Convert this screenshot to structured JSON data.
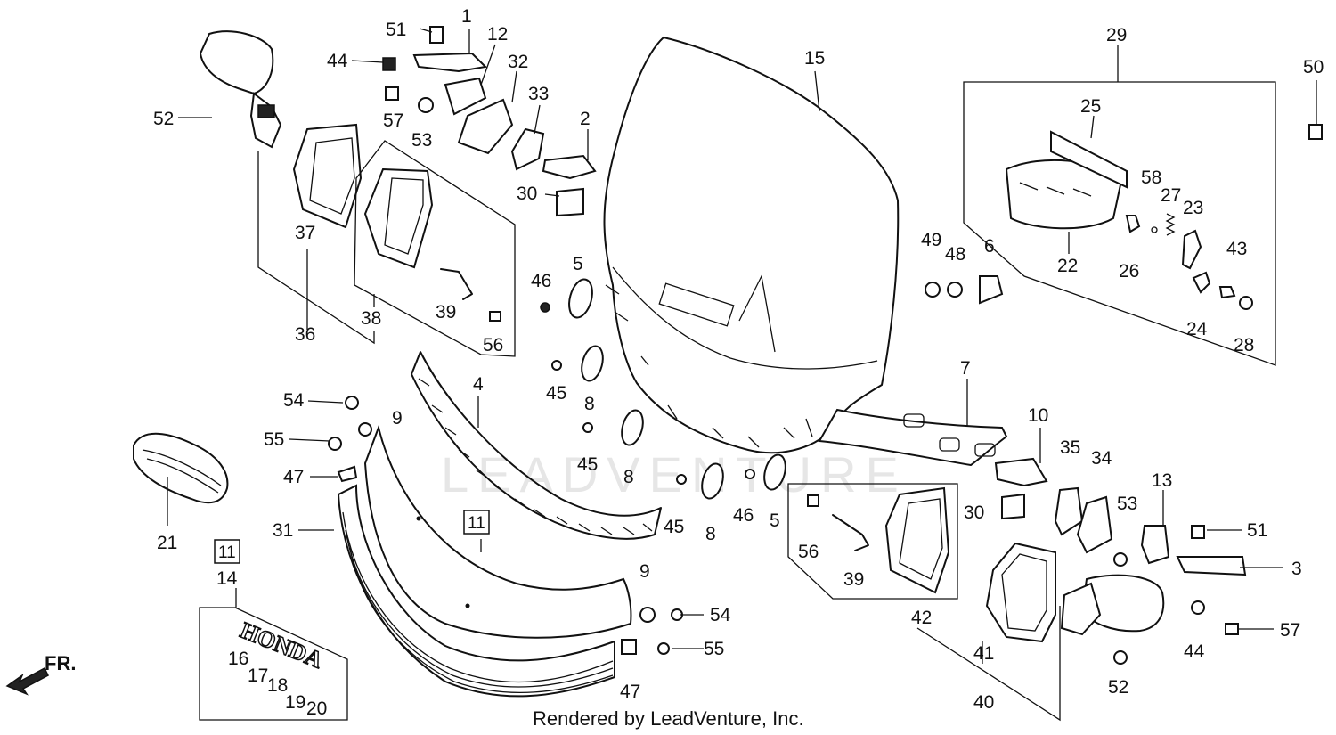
{
  "watermark": "LEADVENTURE",
  "footer": "Rendered by LeadVenture, Inc.",
  "direction_marker": "FR.",
  "emblem_text": "HONDA",
  "callouts": [
    "1",
    "2",
    "3",
    "4",
    "5",
    "5",
    "6",
    "7",
    "8",
    "8",
    "8",
    "9",
    "9",
    "10",
    "12",
    "13",
    "14",
    "15",
    "16",
    "17",
    "18",
    "19",
    "20",
    "21",
    "22",
    "23",
    "24",
    "25",
    "26",
    "27",
    "28",
    "29",
    "30",
    "30",
    "31",
    "32",
    "33",
    "34",
    "35",
    "36",
    "37",
    "38",
    "39",
    "39",
    "40",
    "41",
    "42",
    "43",
    "44",
    "44",
    "45",
    "45",
    "45",
    "46",
    "46",
    "47",
    "47",
    "48",
    "49",
    "50",
    "51",
    "51",
    "52",
    "52",
    "53",
    "53",
    "54",
    "54",
    "55",
    "55",
    "56",
    "56",
    "57",
    "57",
    "58"
  ],
  "boxed_callouts": [
    "11",
    "11"
  ]
}
